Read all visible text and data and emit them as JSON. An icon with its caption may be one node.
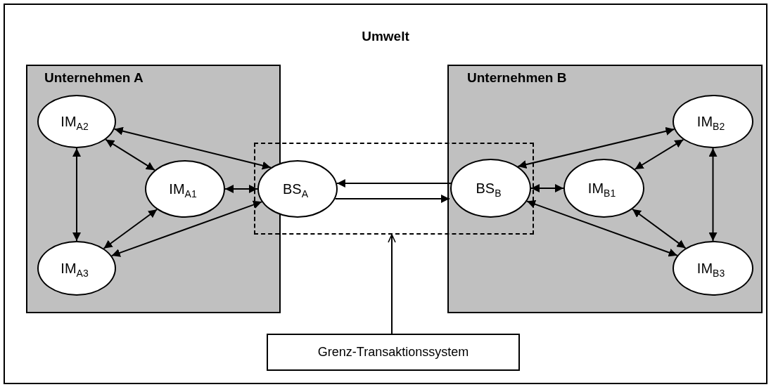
{
  "diagram": {
    "nodes": [
      {
        "text": [
          "Umwelt"
        ]
      },
      {
        "text": [
          "Unternehmen A"
        ],
        "in": 0
      },
      {
        "text": [
          "IM$_{A2}$"
        ],
        "in": 1
      },
      {
        "text": [
          "IM$_{A1}$"
        ],
        "in": 1
      },
      {
        "text": [
          "BS$_{A}$"
        ],
        "in": 11
      },
      {
        "text": [
          "IM$_{A3}$"
        ],
        "in": 1
      },
      {
        "text": [
          "Unternehmen B"
        ],
        "in": 0
      },
      {
        "text": [
          "BS$_{B}$"
        ]
      },
      {
        "text": [
          "IM$_{B1}$"
        ],
        "in": 6
      },
      {
        "text": [
          "IM$_{B2}$"
        ],
        "in": 6
      },
      {
        "text": [
          "IM$_{B3}$"
        ],
        "in": 6
      },
      {
        "text": [],
        "shape": "box",
        "in": 0
      },
      {
        "text": [
          "Grenz-Transaktionssystem"
        ],
        "in": 0
      }
    ],
    "edges": [
      {
        "from": 2,
        "to": 3,
        "arrow": "both"
      },
      {
        "from": 2,
        "to": 4,
        "arrow": "both"
      },
      {
        "from": 2,
        "to": 5,
        "arrow": "both"
      },
      {
        "from": 3,
        "to": 4,
        "arrow": "both"
      },
      {
        "from": 3,
        "to": 5,
        "arrow": "both"
      },
      {
        "from": 5,
        "to": 4,
        "arrow": "both"
      },
      {
        "from": 7,
        "to": 4,
        "arrow": "to"
      },
      {
        "from": 4,
        "to": 7,
        "arrow": "to"
      },
      {
        "from": 7,
        "to": 9,
        "arrow": "both"
      },
      {
        "from": 7,
        "to": 8,
        "arrow": "both"
      },
      {
        "from": 7,
        "to": 10,
        "arrow": "both"
      },
      {
        "from": 8,
        "to": 9,
        "arrow": "both"
      },
      {
        "from": 8,
        "to": 10,
        "arrow": "both"
      },
      {
        "from": 9,
        "to": 10,
        "arrow": "both"
      },
      {
        "from": 12,
        "to": 11,
        "arrow": "to"
      }
    ]
  }
}
